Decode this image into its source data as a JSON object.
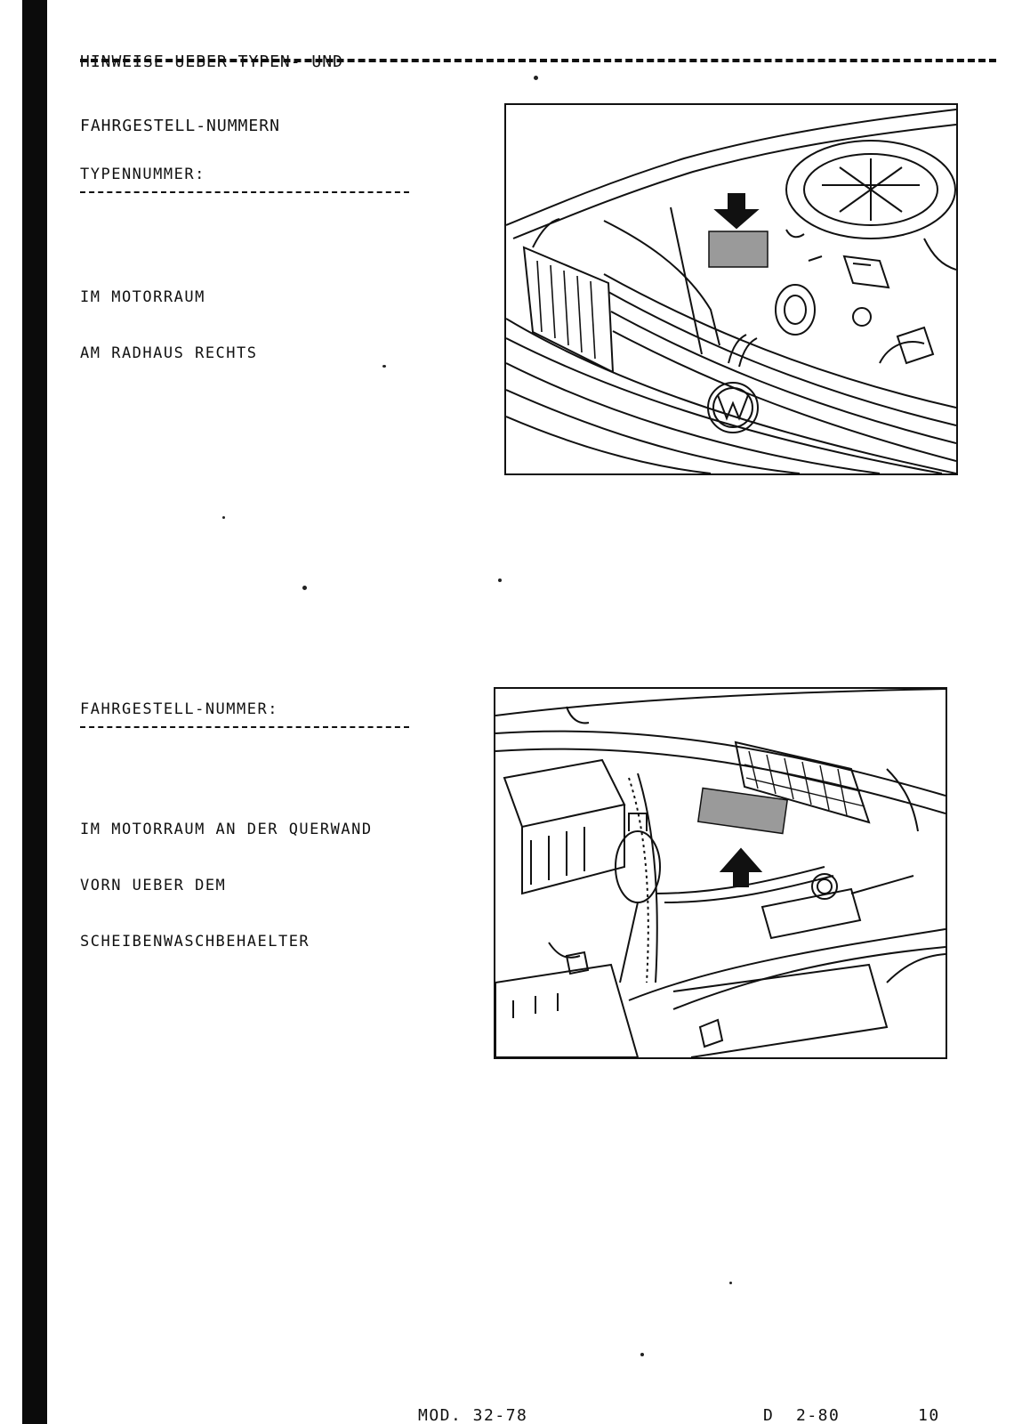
{
  "header": {
    "line1": "HINWEISE UEBER TYPEN- UND",
    "line2": "FAHRGESTELL-NUMMERN"
  },
  "sections": [
    {
      "heading": "TYPENNUMMER:",
      "lines": [
        "IM MOTORRAUM",
        "AM RADHAUS RECHTS"
      ],
      "figure_icon": "engine-bay-front-illustration"
    },
    {
      "heading": "FAHRGESTELL-NUMMER:",
      "lines": [
        "IM MOTORRAUM AN DER QUERWAND",
        "VORN UEBER DEM",
        "SCHEIBENWASCHBEHAELTER"
      ],
      "figure_icon": "engine-bay-bulkhead-illustration"
    }
  ],
  "footer": {
    "model": "MOD. 32-78",
    "date": "D  2-80",
    "page": "10"
  },
  "colors": {
    "ink": "#111111",
    "paper": "#ffffff",
    "plate": "#9a9a9a"
  }
}
